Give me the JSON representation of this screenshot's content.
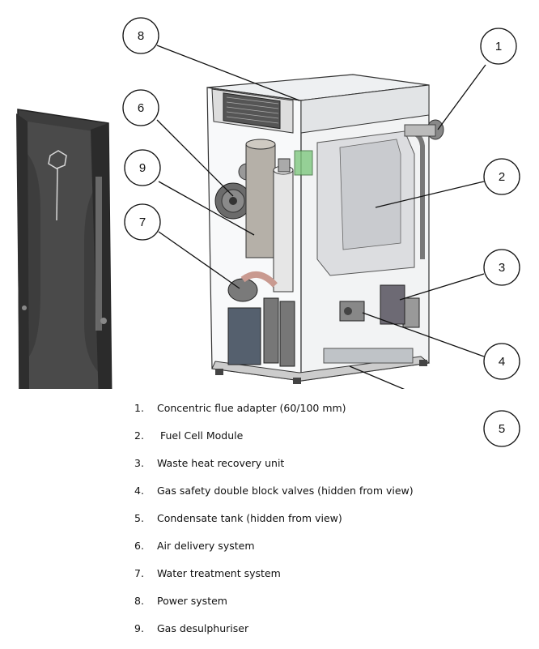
{
  "callouts": [
    {
      "number": "1"
    },
    {
      "number": "2"
    },
    {
      "number": "3"
    },
    {
      "number": "4"
    },
    {
      "number": "5"
    },
    {
      "number": "6"
    },
    {
      "number": "7"
    },
    {
      "number": "8"
    },
    {
      "number": "9"
    }
  ],
  "legend": [
    {
      "number": "1.",
      "text": "Concentric flue adapter (60/100 mm)"
    },
    {
      "number": "2.",
      "text": " Fuel Cell Module"
    },
    {
      "number": "3.",
      "text": "Waste heat recovery unit"
    },
    {
      "number": "4.",
      "text": "Gas safety double block valves (hidden from view)"
    },
    {
      "number": "5.",
      "text": "Condensate tank (hidden from view)"
    },
    {
      "number": "6.",
      "text": "Air delivery system"
    },
    {
      "number": "7.",
      "text": "Water treatment system"
    },
    {
      "number": "8.",
      "text": "Power system"
    },
    {
      "number": "9.",
      "text": "Gas desulphuriser"
    }
  ],
  "colors": {
    "panel": "#3d3d3d",
    "frame": "#555555",
    "glass": "#e9e9ea",
    "line": "#222222"
  }
}
